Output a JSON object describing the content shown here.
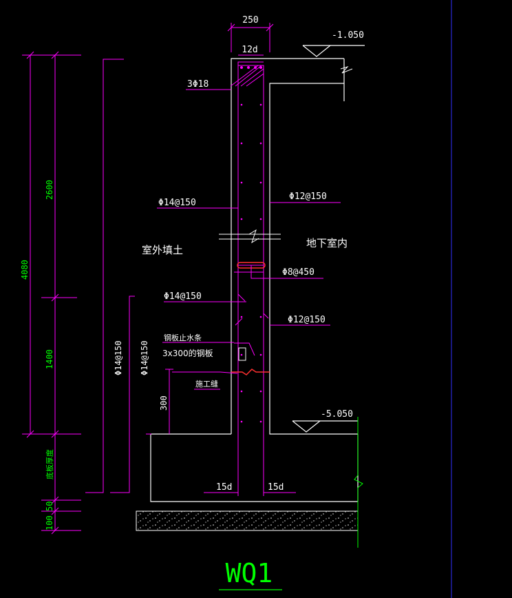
{
  "drawing": {
    "title": "WQ1",
    "colors": {
      "background": "#000000",
      "wall_outline": "#ffffff",
      "dimension": "#ff00ff",
      "dim_text_green": "#00ff00",
      "text_white": "#ffffff",
      "rebar_red": "#ff3030",
      "boundary_blue": "#3030ff"
    },
    "dimensions": {
      "wall_thickness": "250",
      "anchor_top": "12d",
      "total_height": "4080",
      "upper_height": "2600",
      "lower_height": "1400",
      "stop_height": "300",
      "slab_thickness": "底板厚度",
      "layer_50": "50",
      "layer_100": "100",
      "anchor_left_bottom": "15d",
      "anchor_right_bottom": "15d"
    },
    "elevations": {
      "top": "-1.050",
      "bottom": "-5.050"
    },
    "rebar": {
      "top_bars": "3Φ18",
      "outer_vertical_upper": "Φ14@150",
      "inner_vertical_upper": "Φ12@150",
      "tie": "Φ8@450",
      "outer_vertical_lower": "Φ14@150",
      "inner_vertical_lower": "Φ12@150",
      "outer_vertical_left_1": "Φ14@150",
      "outer_vertical_left_2": "Φ14@150"
    },
    "notes": {
      "outside_fill": "室外填土",
      "basement_inside": "地下室内",
      "waterstop_1": "钢板止水条",
      "waterstop_2": "3x300的钢板",
      "construction_joint": "施工缝"
    }
  }
}
